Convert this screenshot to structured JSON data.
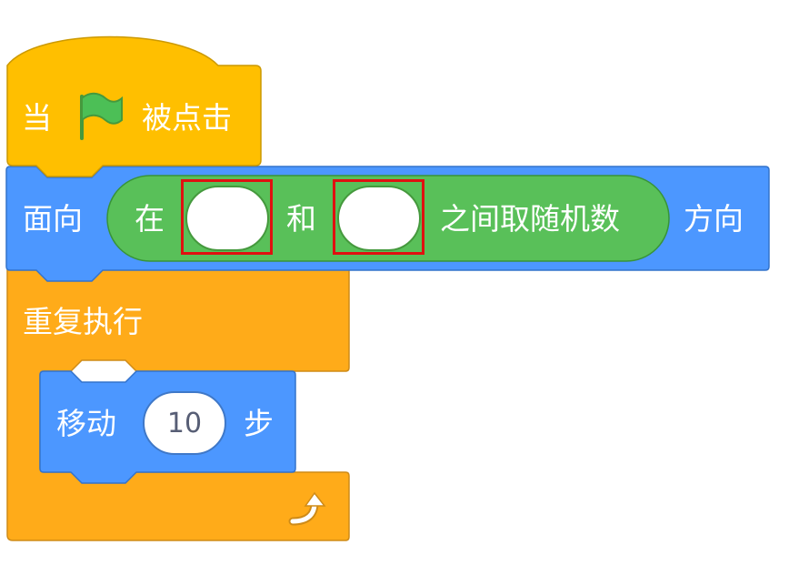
{
  "event_block": {
    "prefix": "当",
    "flag_icon": "green-flag-icon",
    "suffix": "被点击",
    "color": "#ffbf00"
  },
  "point_block": {
    "prefix": "面向",
    "suffix": "方向",
    "color": "#4c97ff"
  },
  "random_block": {
    "word_in": "在",
    "word_and": "和",
    "word_tail": "之间取随机数",
    "from_value": "",
    "to_value": "",
    "color": "#59c059"
  },
  "forever_block": {
    "label": "重复执行",
    "loop_arrow_icon": "loop-arrow-icon",
    "color": "#ffab19"
  },
  "move_block": {
    "prefix": "移动",
    "steps": "10",
    "suffix": "步",
    "color": "#4c97ff"
  },
  "highlight_color": "#e01010"
}
